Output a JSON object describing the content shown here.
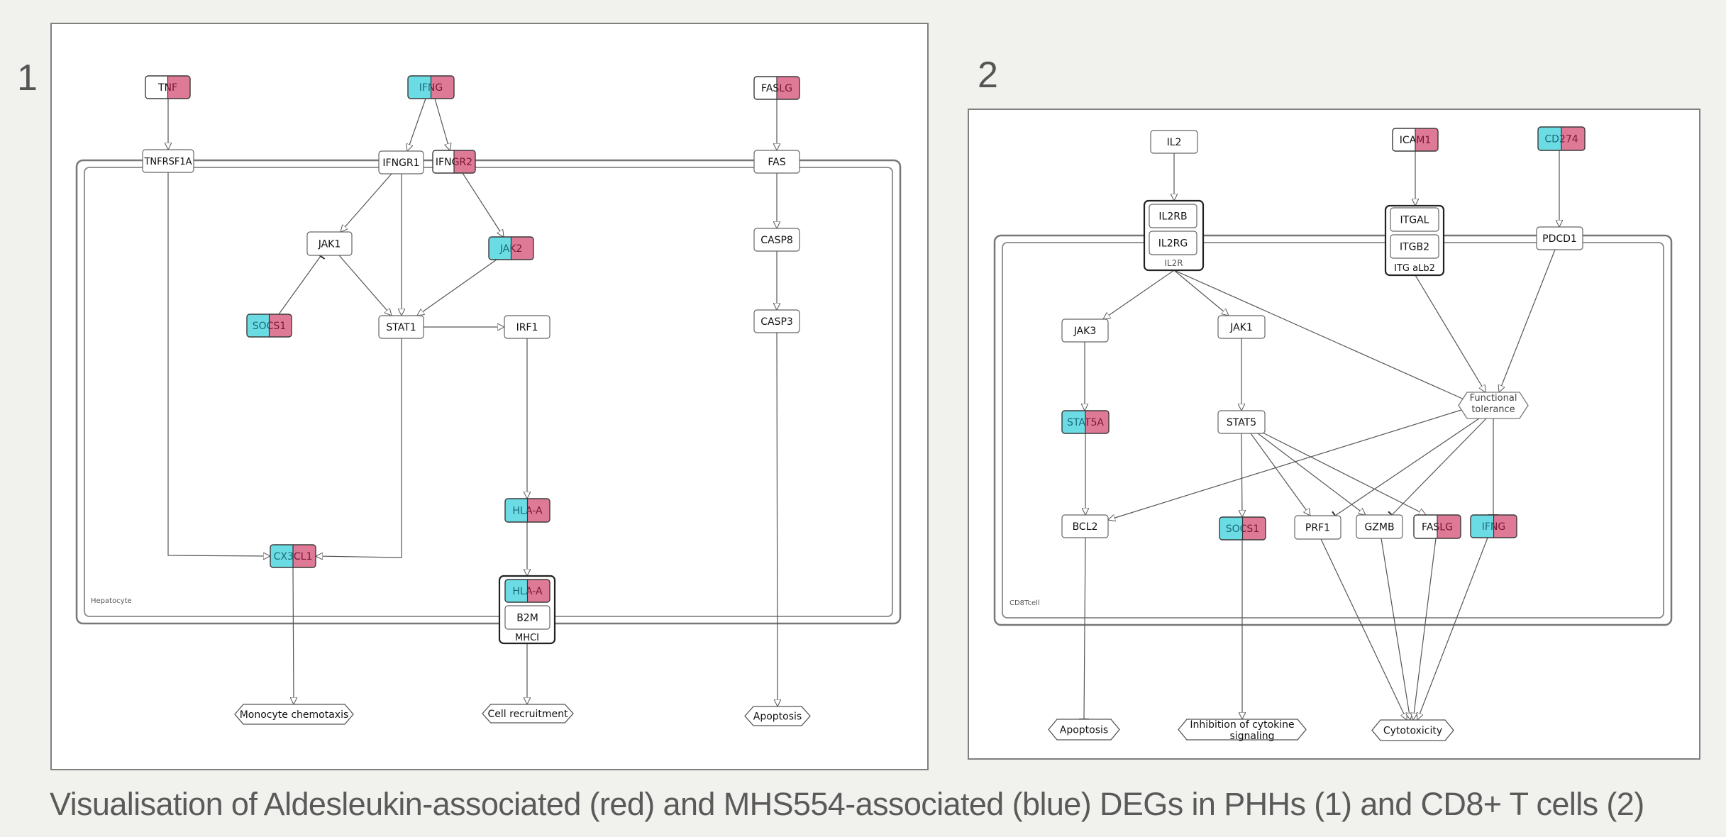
{
  "caption": "Visualisation of Aldesleukin-associated (red) and MHS554-associated (blue) DEGs in PHHs (1) and CD8+ T cells (2)",
  "colors": {
    "red": "#df7a96",
    "blue": "#6cdce4",
    "red_text": "#7a1535",
    "blue_text": "#1a6a78",
    "node_border": "#666666",
    "edge": "#555555"
  },
  "panels": [
    {
      "number": "1",
      "compartment_label": "Hepatocyte",
      "nodes": [
        {
          "id": "TNF",
          "label": "TNF",
          "fill": [
            "white",
            "red"
          ]
        },
        {
          "id": "IFNG",
          "label": "IFNG",
          "fill": [
            "blue",
            "red"
          ]
        },
        {
          "id": "FASLG",
          "label": "FASLG",
          "fill": [
            "white",
            "red"
          ]
        },
        {
          "id": "TNFRSF1A",
          "label": "TNFRSF1A",
          "fill": [
            "white"
          ]
        },
        {
          "id": "IFNGR1",
          "label": "IFNGR1",
          "fill": [
            "white"
          ]
        },
        {
          "id": "IFNGR2",
          "label": "IFNGR2",
          "fill": [
            "white",
            "red"
          ]
        },
        {
          "id": "FAS",
          "label": "FAS",
          "fill": [
            "white"
          ]
        },
        {
          "id": "JAK1",
          "label": "JAK1",
          "fill": [
            "white"
          ]
        },
        {
          "id": "JAK2",
          "label": "JAK2",
          "fill": [
            "blue",
            "red"
          ]
        },
        {
          "id": "CASP8",
          "label": "CASP8",
          "fill": [
            "white"
          ]
        },
        {
          "id": "SOCS1",
          "label": "SOCS1",
          "fill": [
            "blue",
            "red"
          ]
        },
        {
          "id": "STAT1",
          "label": "STAT1",
          "fill": [
            "white"
          ]
        },
        {
          "id": "IRF1",
          "label": "IRF1",
          "fill": [
            "white"
          ]
        },
        {
          "id": "CASP3",
          "label": "CASP3",
          "fill": [
            "white"
          ]
        },
        {
          "id": "HLA-A",
          "label": "HLA-A",
          "fill": [
            "blue",
            "red"
          ]
        },
        {
          "id": "CX3CL1",
          "label": "CX3CL1",
          "fill": [
            "blue",
            "red"
          ]
        },
        {
          "id": "MHCI-HLA-A",
          "label": "HLA-A",
          "fill": [
            "blue",
            "red"
          ]
        },
        {
          "id": "B2M",
          "label": "B2M",
          "fill": [
            "white"
          ]
        }
      ],
      "complexes": [
        {
          "id": "MHCI",
          "label": "MHCI",
          "members": [
            "MHCI-HLA-A",
            "B2M"
          ]
        }
      ],
      "phenotypes": [
        {
          "id": "monocyte-chemotaxis",
          "label": "Monocyte chemotaxis"
        },
        {
          "id": "cell-recruitment",
          "label": "Cell recruitment"
        },
        {
          "id": "apoptosis",
          "label": "Apoptosis"
        }
      ],
      "edges": [
        {
          "from": "TNF",
          "to": "TNFRSF1A",
          "type": "activation"
        },
        {
          "from": "IFNG",
          "to": "IFNGR1",
          "type": "activation"
        },
        {
          "from": "IFNG",
          "to": "IFNGR2",
          "type": "activation"
        },
        {
          "from": "FASLG",
          "to": "FAS",
          "type": "activation"
        },
        {
          "from": "IFNGR1",
          "to": "JAK1",
          "type": "activation"
        },
        {
          "from": "IFNGR1",
          "to": "STAT1",
          "type": "activation"
        },
        {
          "from": "IFNGR2",
          "to": "JAK2",
          "type": "activation"
        },
        {
          "from": "JAK1",
          "to": "STAT1",
          "type": "activation"
        },
        {
          "from": "JAK2",
          "to": "STAT1",
          "type": "activation"
        },
        {
          "from": "SOCS1",
          "to": "JAK1",
          "type": "inhibition"
        },
        {
          "from": "STAT1",
          "to": "IRF1",
          "type": "activation"
        },
        {
          "from": "IRF1",
          "to": "HLA-A",
          "type": "activation"
        },
        {
          "from": "HLA-A",
          "to": "MHCI",
          "type": "activation"
        },
        {
          "from": "TNFRSF1A",
          "to": "CX3CL1",
          "type": "activation"
        },
        {
          "from": "STAT1",
          "to": "CX3CL1",
          "type": "activation"
        },
        {
          "from": "CX3CL1",
          "to": "monocyte-chemotaxis",
          "type": "activation"
        },
        {
          "from": "MHCI",
          "to": "cell-recruitment",
          "type": "activation"
        },
        {
          "from": "FAS",
          "to": "CASP8",
          "type": "activation"
        },
        {
          "from": "CASP8",
          "to": "CASP3",
          "type": "activation"
        },
        {
          "from": "CASP3",
          "to": "apoptosis",
          "type": "activation"
        }
      ]
    },
    {
      "number": "2",
      "compartment_label": "CD8Tcell",
      "nodes": [
        {
          "id": "IL2",
          "label": "IL2",
          "fill": [
            "white"
          ]
        },
        {
          "id": "ICAM1",
          "label": "ICAM1",
          "fill": [
            "white",
            "red"
          ]
        },
        {
          "id": "CD274",
          "label": "CD274",
          "fill": [
            "blue",
            "red"
          ]
        },
        {
          "id": "IL2RB",
          "label": "IL2RB",
          "fill": [
            "white"
          ]
        },
        {
          "id": "IL2RG",
          "label": "IL2RG",
          "fill": [
            "white"
          ]
        },
        {
          "id": "ITGAL",
          "label": "ITGAL",
          "fill": [
            "white"
          ]
        },
        {
          "id": "ITGB2",
          "label": "ITGB2",
          "fill": [
            "white"
          ]
        },
        {
          "id": "PDCD1",
          "label": "PDCD1",
          "fill": [
            "white"
          ]
        },
        {
          "id": "JAK3",
          "label": "JAK3",
          "fill": [
            "white"
          ]
        },
        {
          "id": "JAK1",
          "label": "JAK1",
          "fill": [
            "white"
          ]
        },
        {
          "id": "STAT5A",
          "label": "STAT5A",
          "fill": [
            "blue",
            "red"
          ]
        },
        {
          "id": "STAT5",
          "label": "STAT5",
          "fill": [
            "white"
          ]
        },
        {
          "id": "BCL2",
          "label": "BCL2",
          "fill": [
            "white"
          ]
        },
        {
          "id": "SOCS1",
          "label": "SOCS1",
          "fill": [
            "blue",
            "red"
          ]
        },
        {
          "id": "PRF1",
          "label": "PRF1",
          "fill": [
            "white"
          ]
        },
        {
          "id": "GZMB",
          "label": "GZMB",
          "fill": [
            "white"
          ]
        },
        {
          "id": "FASLG",
          "label": "FASLG",
          "fill": [
            "white",
            "red"
          ]
        },
        {
          "id": "IFNG",
          "label": "IFNG",
          "fill": [
            "blue",
            "red"
          ]
        }
      ],
      "complexes": [
        {
          "id": "IL2R",
          "label": "IL2R",
          "members": [
            "IL2RB",
            "IL2RG"
          ]
        },
        {
          "id": "ITG",
          "label": "ITG aLb2",
          "members": [
            "ITGAL",
            "ITGB2"
          ]
        }
      ],
      "phenotypes": [
        {
          "id": "functional-tolerance",
          "label": "Functional tolerance",
          "lines": [
            "Functional",
            "tolerance"
          ]
        },
        {
          "id": "apoptosis",
          "label": "Apoptosis",
          "lines": [
            "Apoptosis"
          ]
        },
        {
          "id": "inhibition-cytokine",
          "label": "Inhibition of cytokine signaling",
          "lines": [
            "Inhibition of cytokine",
            "signaling"
          ]
        },
        {
          "id": "cytotoxicity",
          "label": "Cytotoxicity",
          "lines": [
            "Cytotoxicity"
          ]
        }
      ],
      "edges": [
        {
          "from": "IL2",
          "to": "IL2R",
          "type": "activation"
        },
        {
          "from": "ICAM1",
          "to": "ITG",
          "type": "activation"
        },
        {
          "from": "CD274",
          "to": "PDCD1",
          "type": "activation"
        },
        {
          "from": "IL2R",
          "to": "JAK3",
          "type": "activation"
        },
        {
          "from": "IL2R",
          "to": "JAK1",
          "type": "activation"
        },
        {
          "from": "IL2R",
          "to": "functional-tolerance",
          "type": "inhibition"
        },
        {
          "from": "ITG",
          "to": "functional-tolerance",
          "type": "activation"
        },
        {
          "from": "PDCD1",
          "to": "functional-tolerance",
          "type": "activation"
        },
        {
          "from": "JAK3",
          "to": "STAT5A",
          "type": "activation"
        },
        {
          "from": "JAK1",
          "to": "STAT5",
          "type": "activation"
        },
        {
          "from": "STAT5A",
          "to": "BCL2",
          "type": "activation"
        },
        {
          "from": "functional-tolerance",
          "to": "BCL2",
          "type": "activation"
        },
        {
          "from": "STAT5",
          "to": "SOCS1",
          "type": "activation"
        },
        {
          "from": "STAT5",
          "to": "PRF1",
          "type": "activation"
        },
        {
          "from": "STAT5",
          "to": "GZMB",
          "type": "activation"
        },
        {
          "from": "STAT5",
          "to": "FASLG",
          "type": "activation"
        },
        {
          "from": "functional-tolerance",
          "to": "PRF1",
          "type": "inhibition"
        },
        {
          "from": "functional-tolerance",
          "to": "GZMB",
          "type": "inhibition"
        },
        {
          "from": "functional-tolerance",
          "to": "IFNG",
          "type": "inhibition"
        },
        {
          "from": "BCL2",
          "to": "apoptosis",
          "type": "inhibition"
        },
        {
          "from": "SOCS1",
          "to": "inhibition-cytokine",
          "type": "activation"
        },
        {
          "from": "PRF1",
          "to": "cytotoxicity",
          "type": "activation"
        },
        {
          "from": "GZMB",
          "to": "cytotoxicity",
          "type": "activation"
        },
        {
          "from": "FASLG",
          "to": "cytotoxicity",
          "type": "activation"
        },
        {
          "from": "IFNG",
          "to": "cytotoxicity",
          "type": "activation"
        }
      ]
    }
  ]
}
